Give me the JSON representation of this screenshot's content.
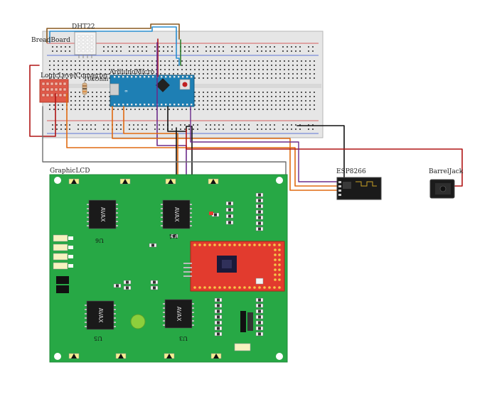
{
  "labels": {
    "dht": "DHT22",
    "breadboard": "BreadBoard",
    "level_converter": "LogicLevelConverter",
    "resistor": "10kOhm",
    "arduino": "ArduinoMicro",
    "lcd": "GraphicLCD",
    "esp": "ESP8266",
    "barrel": "BarrelJack"
  },
  "lcd_board": {
    "chip_text": "AVAX",
    "chip_labels": [
      "U6",
      "U4",
      "U5",
      "U3"
    ]
  },
  "colors": {
    "breadboard_bg": "#e6e6e6",
    "breadboard_rail_red": "#d03030",
    "breadboard_rail_blue": "#3050d0",
    "arduino_board": "#1e7fb4",
    "lcd_board": "#27a845",
    "red_module": "#e23b2e",
    "level_converter": "#e05a4a",
    "wire_black": "#111111",
    "wire_red": "#b01515",
    "wire_orange": "#e06a10",
    "wire_purple": "#6b2b8a",
    "wire_green": "#2e7d2e",
    "wire_blue": "#2a8fd0",
    "wire_brown": "#8a5a20",
    "wire_gray": "#6e6e6e"
  }
}
